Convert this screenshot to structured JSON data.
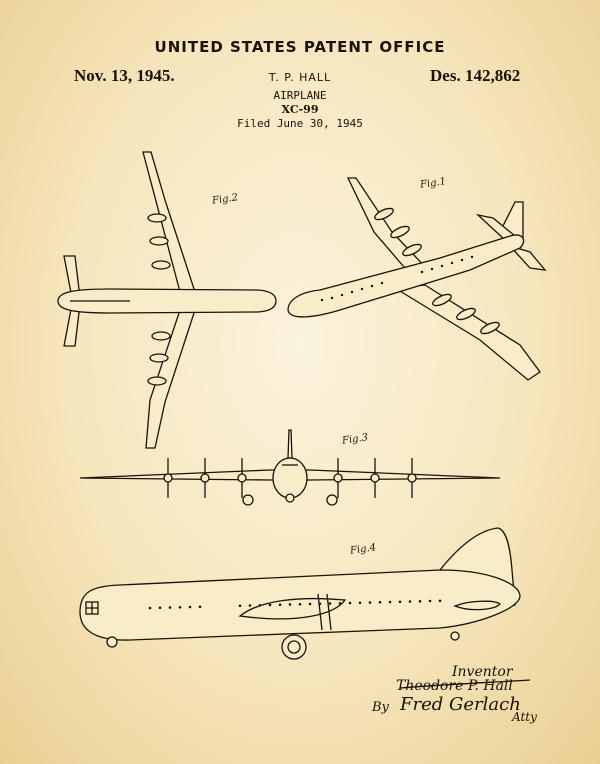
{
  "header": {
    "office": "UNITED STATES PATENT OFFICE",
    "date": "Nov. 13, 1945.",
    "patent_number": "Des. 142,862",
    "inventor_short": "T. P. HALL",
    "title": "AIRPLANE",
    "model": "XC-99",
    "filed": "Filed June 30, 1945"
  },
  "figures": {
    "fig1": "Fig.1",
    "fig2": "Fig.2",
    "fig3": "Fig.3",
    "fig4": "Fig.4"
  },
  "signature": {
    "inventor_label": "Inventor",
    "inventor_name": "Theodore P. Hall",
    "by": "By",
    "attorney_sig": "Fred Gerlach",
    "attorney_label": "Atty"
  }
}
